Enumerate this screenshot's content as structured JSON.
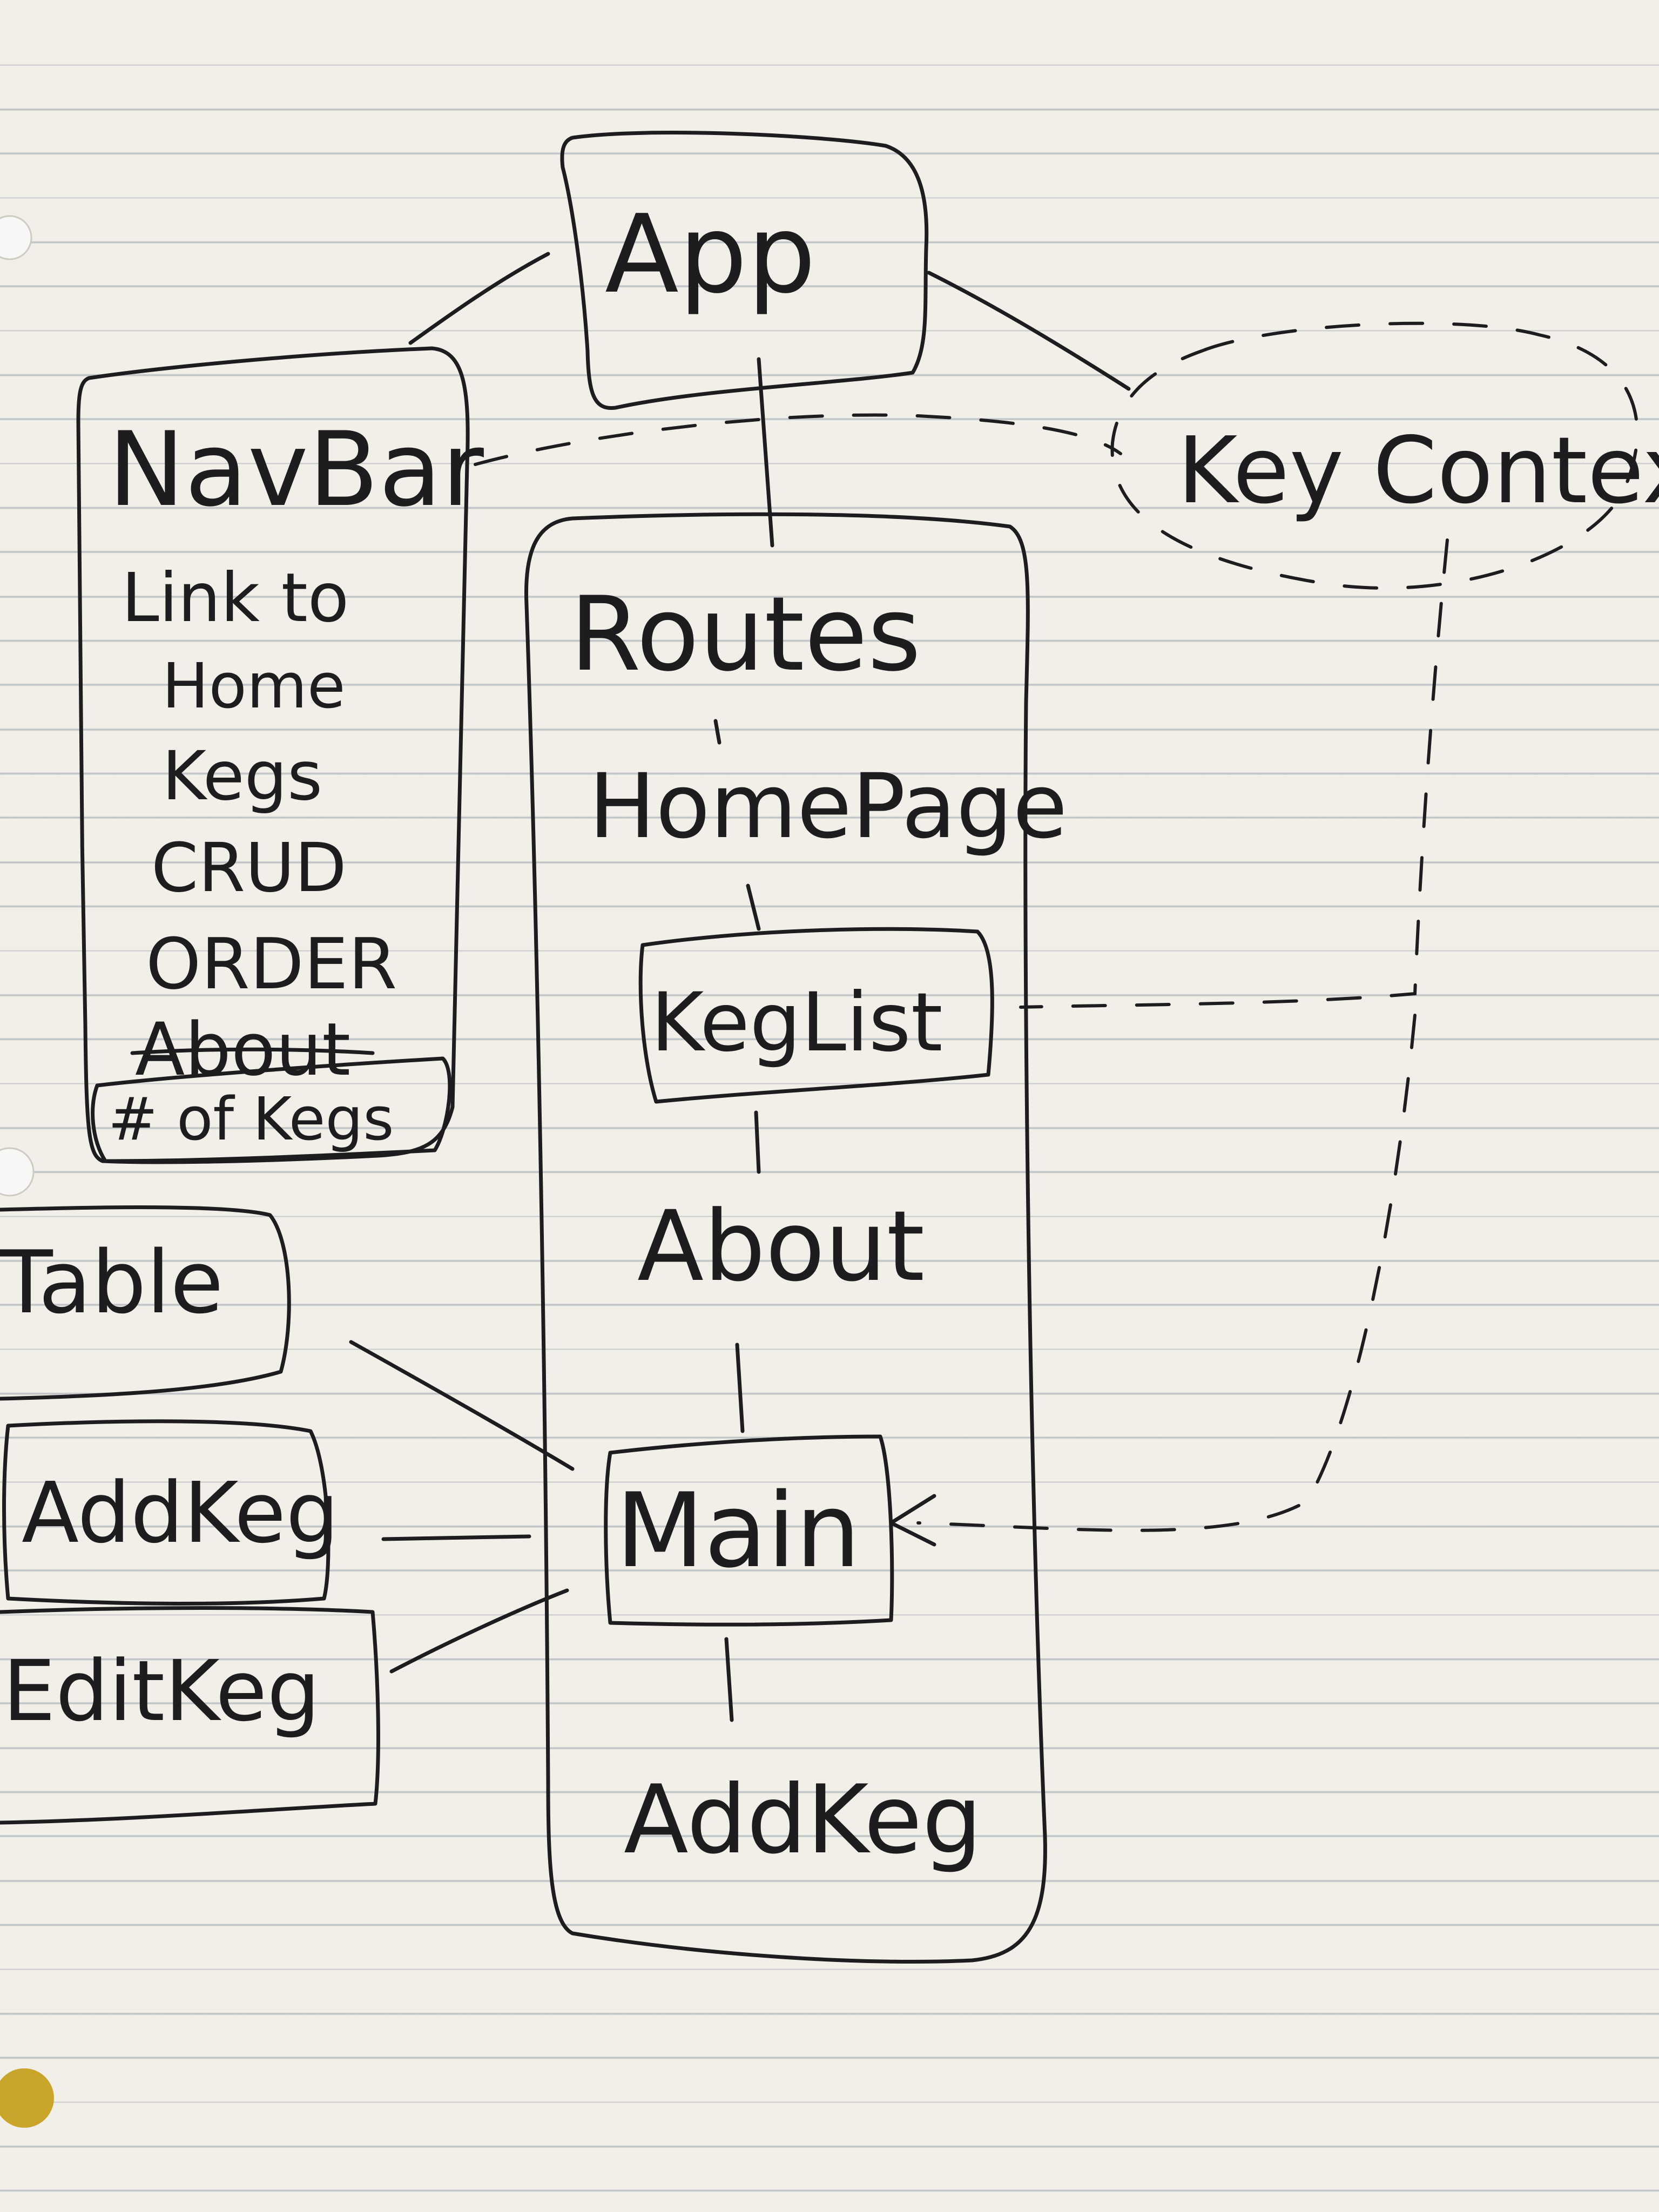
{
  "diagram": {
    "app": "App",
    "key_context": "Key Context,",
    "navbar": {
      "title": "NavBar",
      "items": [
        "Link to",
        "Home",
        "Kegs",
        "CRUD",
        "ORDER",
        "About"
      ],
      "count_box": "# of Kegs"
    },
    "routes": {
      "title": "Routes",
      "items": [
        "HomePage",
        "KegList",
        "About",
        "Main",
        "AddKeg"
      ]
    },
    "main_children": [
      "Table",
      "AddKeg",
      "EditKeg"
    ]
  }
}
